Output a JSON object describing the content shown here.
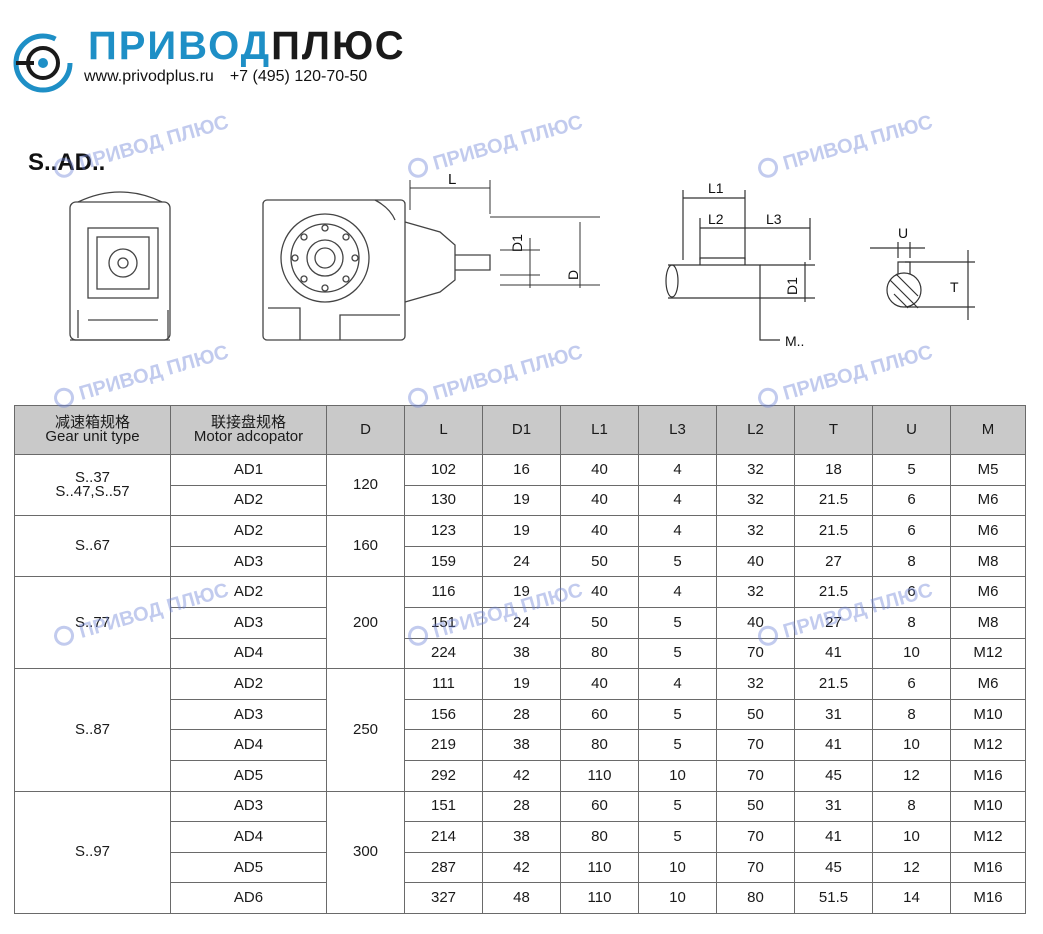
{
  "header": {
    "brand_part1": "ПРИВОД",
    "brand_part2": "ПЛЮС",
    "website": "www.privodplus.ru",
    "phone": "+7 (495) 120-70-50"
  },
  "series_label": "S..AD..",
  "watermark_text": "ПРИВОД ПЛЮС",
  "drawing_labels": {
    "L": "L",
    "D1": "D1",
    "D": "D",
    "L1": "L1",
    "L2": "L2",
    "L3": "L3",
    "D1_detail": "D1",
    "M": "M..",
    "U": "U",
    "T": "T"
  },
  "colors": {
    "brand_accent": "#1e8fc6",
    "header_bg": "#c9c9c9",
    "watermark": "#6e82d7"
  },
  "table": {
    "headers": [
      {
        "cn": "减速箱规格",
        "en": "Gear unit type"
      },
      {
        "cn": "联接盘规格",
        "en": "Motor adcopator"
      },
      {
        "en": "D"
      },
      {
        "en": "L"
      },
      {
        "en": "D1"
      },
      {
        "en": "L1"
      },
      {
        "en": "L3"
      },
      {
        "en": "L2"
      },
      {
        "en": "T"
      },
      {
        "en": "U"
      },
      {
        "en": "M"
      }
    ],
    "groups": [
      {
        "gear_line1": "S..37",
        "gear_line2": "S..47,S..57",
        "D": "120",
        "rows": [
          [
            "AD1",
            "102",
            "16",
            "40",
            "4",
            "32",
            "18",
            "5",
            "M5"
          ],
          [
            "AD2",
            "130",
            "19",
            "40",
            "4",
            "32",
            "21.5",
            "6",
            "M6"
          ]
        ]
      },
      {
        "gear_line1": "S..67",
        "gear_line2": "",
        "D": "160",
        "rows": [
          [
            "AD2",
            "123",
            "19",
            "40",
            "4",
            "32",
            "21.5",
            "6",
            "M6"
          ],
          [
            "AD3",
            "159",
            "24",
            "50",
            "5",
            "40",
            "27",
            "8",
            "M8"
          ]
        ]
      },
      {
        "gear_line1": "S..77",
        "gear_line2": "",
        "D": "200",
        "rows": [
          [
            "AD2",
            "116",
            "19",
            "40",
            "4",
            "32",
            "21.5",
            "6",
            "M6"
          ],
          [
            "AD3",
            "151",
            "24",
            "50",
            "5",
            "40",
            "27",
            "8",
            "M8"
          ],
          [
            "AD4",
            "224",
            "38",
            "80",
            "5",
            "70",
            "41",
            "10",
            "M12"
          ]
        ]
      },
      {
        "gear_line1": "S..87",
        "gear_line2": "",
        "D": "250",
        "rows": [
          [
            "AD2",
            "111",
            "19",
            "40",
            "4",
            "32",
            "21.5",
            "6",
            "M6"
          ],
          [
            "AD3",
            "156",
            "28",
            "60",
            "5",
            "50",
            "31",
            "8",
            "M10"
          ],
          [
            "AD4",
            "219",
            "38",
            "80",
            "5",
            "70",
            "41",
            "10",
            "M12"
          ],
          [
            "AD5",
            "292",
            "42",
            "110",
            "10",
            "70",
            "45",
            "12",
            "M16"
          ]
        ]
      },
      {
        "gear_line1": "S..97",
        "gear_line2": "",
        "D": "300",
        "rows": [
          [
            "AD3",
            "151",
            "28",
            "60",
            "5",
            "50",
            "31",
            "8",
            "M10"
          ],
          [
            "AD4",
            "214",
            "38",
            "80",
            "5",
            "70",
            "41",
            "10",
            "M12"
          ],
          [
            "AD5",
            "287",
            "42",
            "110",
            "10",
            "70",
            "45",
            "12",
            "M16"
          ],
          [
            "AD6",
            "327",
            "48",
            "110",
            "10",
            "80",
            "51.5",
            "14",
            "M16"
          ]
        ]
      }
    ]
  }
}
